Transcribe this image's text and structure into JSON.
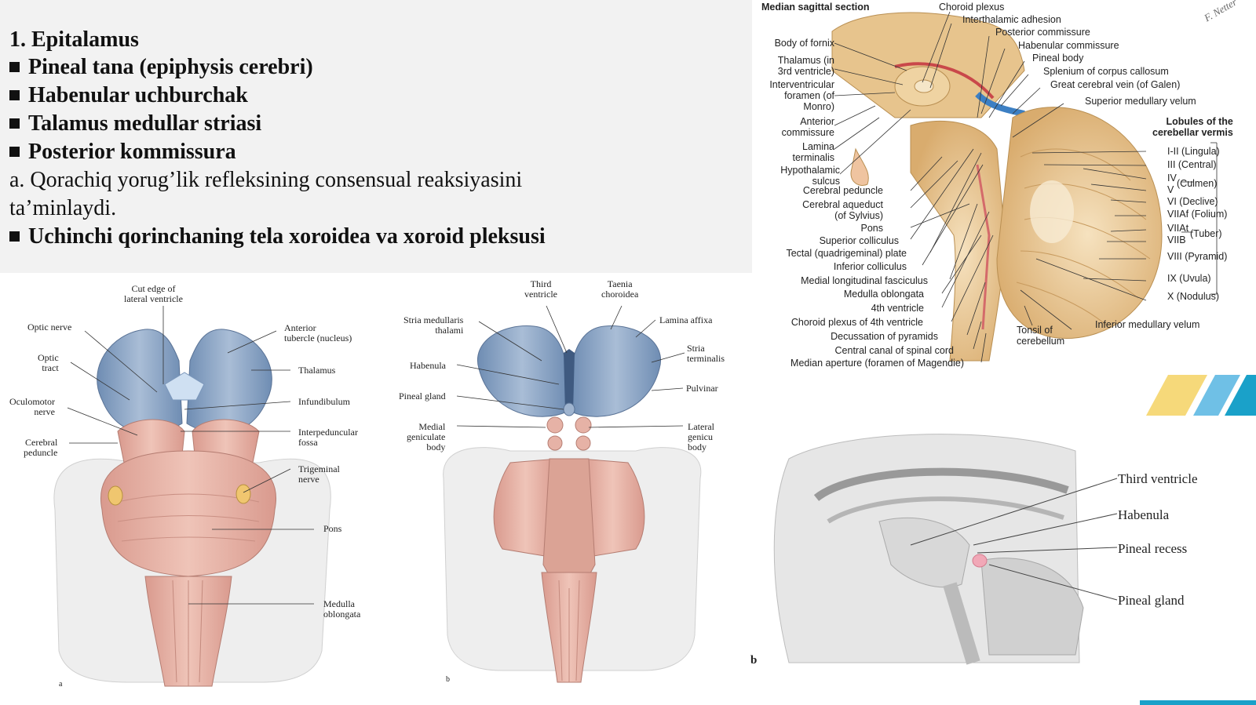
{
  "slide": {
    "lines": [
      {
        "text": "1. Epitalamus",
        "bold": true,
        "bullet": false
      },
      {
        "text": "Pineal tana (epiphysis cerebri)",
        "bold": true,
        "bullet": true
      },
      {
        "text": "Habenular uchburchak",
        "bold": true,
        "bullet": true
      },
      {
        "text": "Talamus medullar striasi",
        "bold": true,
        "bullet": true
      },
      {
        "text": "Posterior kommissura",
        "bold": true,
        "bullet": true
      },
      {
        "text": "a. Qorachiq yorug’lik refleksining consensual reaksiyasini",
        "bold": false,
        "bullet": false
      },
      {
        "text": "ta’minlaydi.",
        "bold": false,
        "bullet": false
      },
      {
        "text": "Uchinchi qorinchaning tela xoroidea va xoroid pleksusi",
        "bold": true,
        "bullet": true
      }
    ]
  },
  "fig_a": {
    "panel_letter": "a",
    "labels": {
      "cut_edge": "Cut edge of\nlateral ventricle",
      "optic_nerve": "Optic nerve",
      "optic_tract": "Optic\ntract",
      "oculomotor": "Oculomotor\nnerve",
      "cerebral_peduncle": "Cerebral\npeduncle",
      "anterior_tubercle": "Anterior\ntubercle (nucleus)",
      "thalamus": "Thalamus",
      "infundibulum": "Infundibulum",
      "interpeduncular": "Interpeduncular\nfossa",
      "trigeminal": "Trigeminal\nnerve",
      "pons": "Pons",
      "medulla": "Medulla\noblongata"
    }
  },
  "fig_b": {
    "panel_letter": "b",
    "labels": {
      "third_ventricle": "Third\nventricle",
      "taenia": "Taenia\nchoroidea",
      "stria_medullaris": "Stria medullaris\nthalami",
      "lamina_affixa": "Lamina affixa",
      "stria_terminalis": "Stria\nterminalis",
      "habenula": "Habenula",
      "pulvinar": "Pulvinar",
      "pineal_gland": "Pineal gland",
      "medial_geniculate": "Medial\ngeniculate\nbody",
      "lateral_geniculate": "Lateral\ngenicu\nbody"
    }
  },
  "fig_sagittal": {
    "title": "Median sagittal section",
    "signature": "F. Netter",
    "lobules_heading": "Lobules of the\ncerebellar vermis",
    "left_labels": [
      "Body of fornix",
      "Thalamus (in\n3rd ventricle)",
      "Interventricular\nforamen (of\nMonro)",
      "Anterior\ncommissure",
      "Lamina\nterminalis",
      "Hypothalamic\nsulcus",
      "Cerebral peduncle",
      "Cerebral aqueduct\n(of Sylvius)",
      "Pons",
      "Superior colliculus",
      "Tectal (quadrigeminal) plate",
      "Inferior colliculus",
      "Medial longitudinal fasciculus",
      "Medulla oblongata",
      "4th ventricle",
      "Choroid plexus of 4th ventricle",
      "Decussation of pyramids",
      "Central canal of spinal cord",
      "Median aperture (foramen of Magendie)"
    ],
    "top_labels": [
      "Choroid plexus",
      "Interthalamic adhesion",
      "Posterior commissure",
      "Habenular commissure",
      "Pineal body",
      "Splenium of corpus callosum",
      "Great cerebral vein (of Galen)",
      "Superior medullary velum"
    ],
    "vermis_labels": [
      "I-II (Lingula)",
      "III (Central)",
      "IV",
      "V",
      "(Culmen)",
      "VI (Declive)",
      "VIIAf (Folium)",
      "VIIAt",
      "VIIB",
      "(Tuber)",
      "VIII (Pyramid)",
      "IX (Uvula)",
      "X (Nodulus)"
    ],
    "bottom_labels": {
      "tonsil": "Tonsil of\ncerebellum",
      "inferior_velum": "Inferior medullary velum"
    }
  },
  "fig_small": {
    "panel_letter": "b",
    "labels": [
      "Third ventricle",
      "Habenula",
      "Pineal recess",
      "Pineal gland"
    ]
  },
  "colors": {
    "thalamus_blue": "#8aa3c4",
    "brainstem_pink": "#e4b2a6",
    "cerebellum_tan": "#e8c896",
    "accent_yellow": "#f6d97a",
    "accent_blue": "#6fc0e6",
    "accent_teal": "#1aa1c9",
    "panel_gray": "#f2f2f2"
  }
}
